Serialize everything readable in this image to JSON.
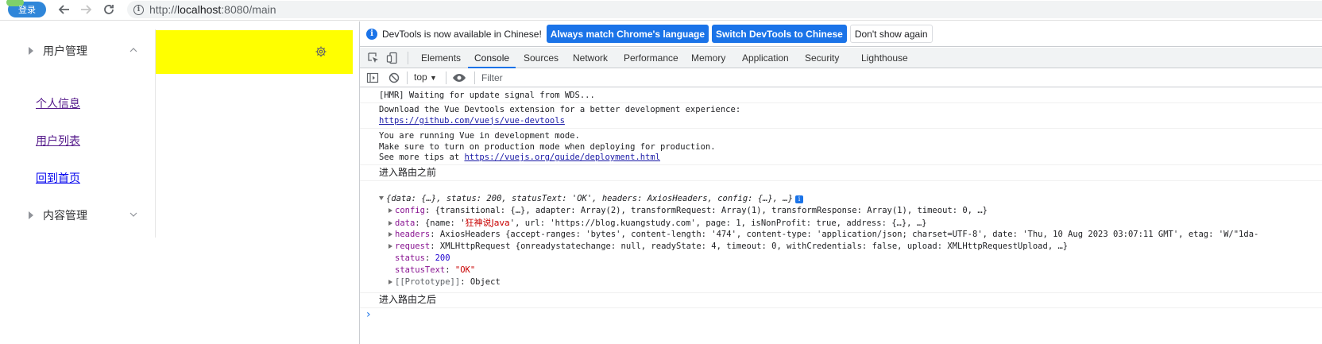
{
  "browser": {
    "login_label": "登录",
    "back_icon": "arrow-left-icon",
    "forward_icon": "arrow-right-icon",
    "reload_icon": "reload-icon",
    "url_scheme": "http://",
    "url_host": "localhost",
    "url_rest": ":8080/main"
  },
  "app": {
    "menu_user": "用户管理",
    "menu_content": "内容管理",
    "links": [
      "个人信息",
      "用户列表",
      "回到首页"
    ]
  },
  "devtools": {
    "info_text": "DevTools is now available in Chinese!",
    "btn_match": "Always match Chrome's language",
    "btn_switch": "Switch DevTools to Chinese",
    "btn_dismiss": "Don't show again",
    "tabs": [
      "Elements",
      "Console",
      "Sources",
      "Network",
      "Performance",
      "Memory",
      "Application",
      "Security",
      "Lighthouse"
    ],
    "active_tab": "Console",
    "context": "top",
    "filter_placeholder": "Filter",
    "console": {
      "m1": "[HMR] Waiting for update signal from WDS...",
      "m2a": "Download the Vue Devtools extension for a better development experience:",
      "m2b": "https://github.com/vuejs/vue-devtools",
      "m3a": "You are running Vue in development mode.",
      "m3b": "Make sure to turn on production mode when deploying for production.",
      "m3c": "See more tips at ",
      "m3link": "https://vuejs.org/guide/deployment.html",
      "before": "进入路由之前",
      "after": "进入路由之后",
      "summary": "{data: {…}, status: 200, statusText: 'OK', headers: AxiosHeaders, config: {…}, …}",
      "config_key": "config",
      "config_val": "{transitional: {…}, adapter: Array(2), transformRequest: Array(1), transformResponse: Array(1), timeout: 0, …}",
      "data_key": "data",
      "data_val_pre": "{name: '",
      "data_name": "狂神说Java",
      "data_val_post": "', url: 'https://blog.kuangstudy.com', page: 1, isNonProfit: true, address: {…}, …}",
      "headers_key": "headers",
      "headers_val": "AxiosHeaders {accept-ranges: 'bytes', content-length: '474', content-type: 'application/json; charset=UTF-8', date: 'Thu, 10 Aug 2023 03:07:11 GMT', etag: 'W/\"1da-",
      "request_key": "request",
      "request_val": "XMLHttpRequest {onreadystatechange: null, readyState: 4, timeout: 0, withCredentials: false, upload: XMLHttpRequestUpload, …}",
      "status_key": "status",
      "status_val": "200",
      "statusText_key": "statusText",
      "statusText_val": "\"OK\"",
      "proto_key": "[[Prototype]]",
      "proto_val": "Object",
      "prompt": "›"
    }
  },
  "colors": {
    "accent": "#1a73e8",
    "panel": "#ffff00"
  }
}
